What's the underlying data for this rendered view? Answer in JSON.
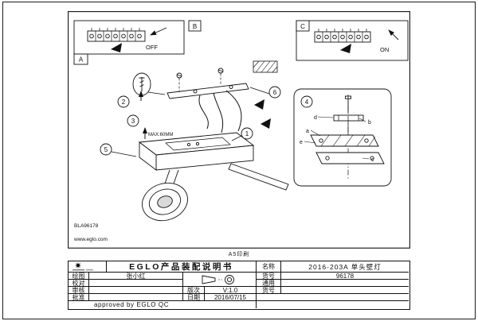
{
  "drawing": {
    "view_labels": {
      "a": "A",
      "b": "B",
      "c": "C"
    },
    "switch_states": {
      "off": "OFF",
      "on": "ON"
    },
    "callouts": [
      "1",
      "2",
      "3",
      "4",
      "5",
      "6"
    ],
    "detail_parts": [
      "a",
      "b",
      "c",
      "d",
      "e"
    ],
    "max_note": "MAX:60MM",
    "code": "BLA96178",
    "website": "www.eglo.com"
  },
  "print_note": "A5印刷",
  "titleblock": {
    "doc_title": "EGLO产品装配说明书",
    "rows": [
      {
        "label": "绘图",
        "value": "张小红"
      },
      {
        "label": "校对",
        "value": ""
      },
      {
        "label": "审核",
        "value": ""
      },
      {
        "label": "批准",
        "value": ""
      }
    ],
    "version_label": "版次",
    "version_value": "V:1.0",
    "date_label": "日期",
    "date_value": "2016/07/15",
    "name_label": "名称",
    "name_value": "2016-203A  单头壁灯",
    "item_label": "货号",
    "item_value": "96178",
    "general_label": "通用",
    "item2_label": "货号",
    "approved": "approved by EGLO QC"
  }
}
